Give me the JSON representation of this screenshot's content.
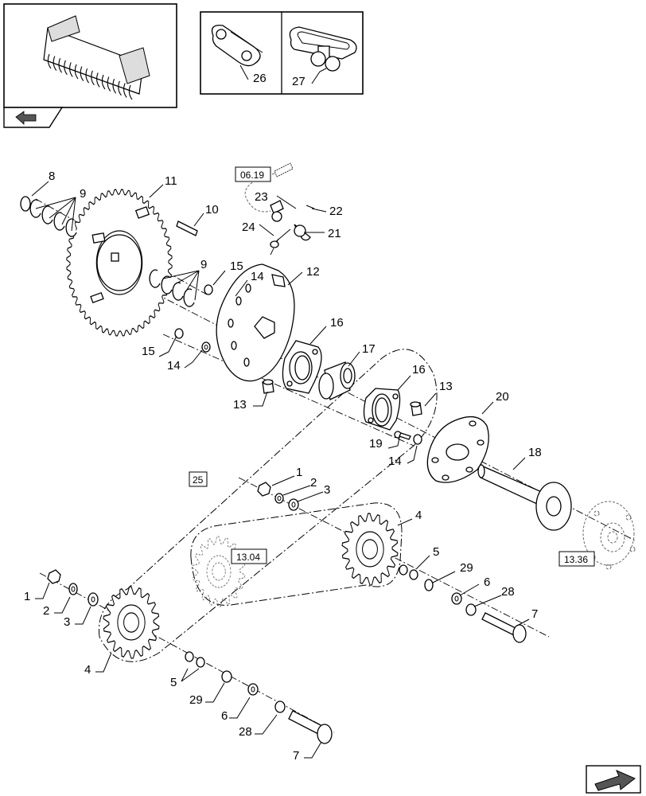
{
  "callouts": {
    "c26": "26",
    "c27": "27",
    "c8": "8",
    "c9a": "9",
    "c11": "11",
    "c10": "10",
    "c23": "23",
    "c22": "22",
    "c24": "24",
    "c21": "21",
    "c9b": "9",
    "c15a": "15",
    "c14a": "14",
    "c12": "12",
    "c16a": "16",
    "c17": "17",
    "c15b": "15",
    "c14b": "14",
    "c13a": "13",
    "c16b": "16",
    "c13b": "13",
    "c20": "20",
    "c19": "19",
    "c14c": "14",
    "c18": "18",
    "c25": "25",
    "c1a": "1",
    "c2a": "2",
    "c3a": "3",
    "c4a": "4",
    "c5a": "5",
    "c29a": "29",
    "c6a": "6",
    "c28a": "28",
    "c7a": "7",
    "c1b": "1",
    "c2b": "2",
    "c3b": "3",
    "c4b": "4",
    "c5b": "5",
    "c29b": "29",
    "c6b": "6",
    "c28b": "28",
    "c7b": "7"
  },
  "references": {
    "ref_0619": "06.19",
    "ref_1304": "13.04",
    "ref_1336": "13.36"
  }
}
